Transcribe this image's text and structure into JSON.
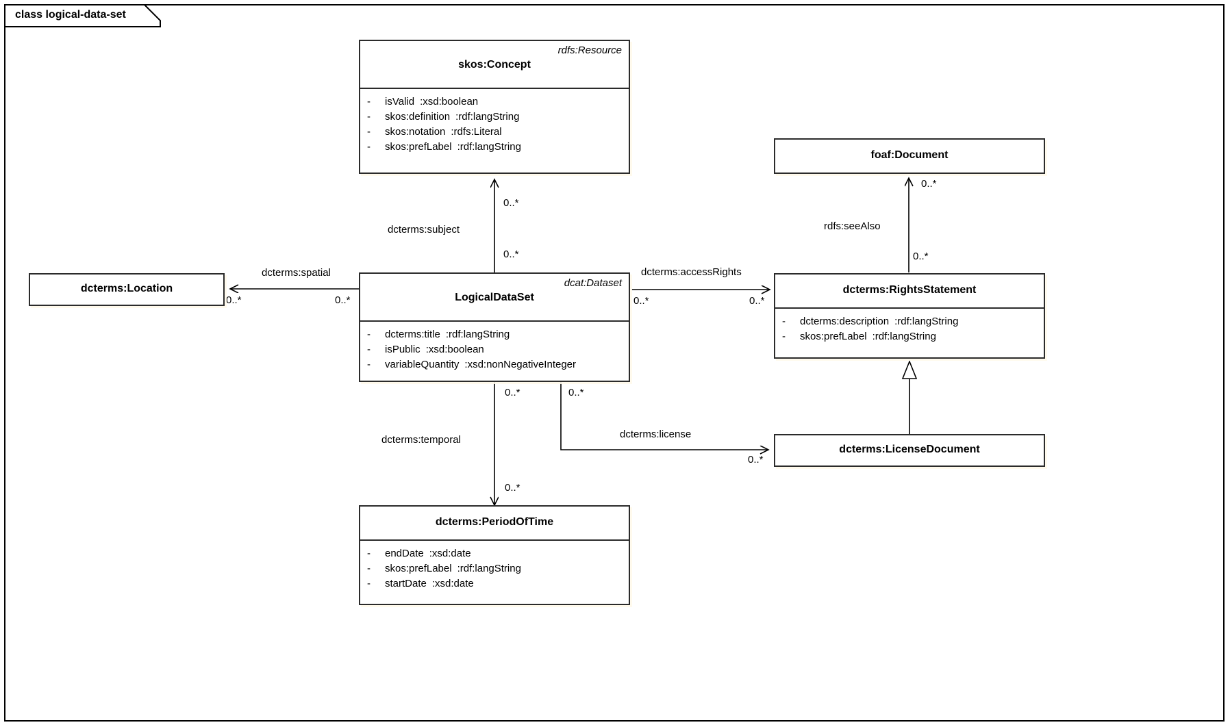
{
  "diagram": {
    "frame_label": "class logical-data-set",
    "type": "uml-class-diagram"
  },
  "classes": [
    {
      "id": "skos-concept",
      "name": "skos:Concept",
      "stereotype": "rdfs:Resource",
      "attributes": [
        {
          "visibility": "-",
          "name": "isValid",
          "type": ":xsd:boolean"
        },
        {
          "visibility": "-",
          "name": "skos:definition",
          "type": ":rdf:langString"
        },
        {
          "visibility": "-",
          "name": "skos:notation",
          "type": ":rdfs:Literal"
        },
        {
          "visibility": "-",
          "name": "skos:prefLabel",
          "type": ":rdf:langString"
        }
      ]
    },
    {
      "id": "foaf-document",
      "name": "foaf:Document",
      "stereotype": "",
      "attributes": []
    },
    {
      "id": "dcterms-location",
      "name": "dcterms:Location",
      "stereotype": "",
      "attributes": []
    },
    {
      "id": "logical-data-set",
      "name": "LogicalDataSet",
      "stereotype": "dcat:Dataset",
      "attributes": [
        {
          "visibility": "-",
          "name": "dcterms:title",
          "type": ":rdf:langString"
        },
        {
          "visibility": "-",
          "name": "isPublic",
          "type": ":xsd:boolean"
        },
        {
          "visibility": "-",
          "name": "variableQuantity",
          "type": ":xsd:nonNegativeInteger"
        }
      ]
    },
    {
      "id": "dcterms-rightsstatement",
      "name": "dcterms:RightsStatement",
      "stereotype": "",
      "attributes": [
        {
          "visibility": "-",
          "name": "dcterms:description",
          "type": ":rdf:langString"
        },
        {
          "visibility": "-",
          "name": "skos:prefLabel",
          "type": ":rdf:langString"
        }
      ]
    },
    {
      "id": "dcterms-licensedocument",
      "name": "dcterms:LicenseDocument",
      "stereotype": "",
      "attributes": []
    },
    {
      "id": "dcterms-periodoftime",
      "name": "dcterms:PeriodOfTime",
      "stereotype": "",
      "attributes": [
        {
          "visibility": "-",
          "name": "endDate",
          "type": ":xsd:date"
        },
        {
          "visibility": "-",
          "name": "skos:prefLabel",
          "type": ":rdf:langString"
        },
        {
          "visibility": "-",
          "name": "startDate",
          "type": ":xsd:date"
        }
      ]
    }
  ],
  "relationships": [
    {
      "id": "subject",
      "label": "dcterms:subject",
      "from": "logical-data-set",
      "to": "skos-concept",
      "kind": "association",
      "source_multiplicity": "0..*",
      "target_multiplicity": "0..*"
    },
    {
      "id": "spatial",
      "label": "dcterms:spatial",
      "from": "logical-data-set",
      "to": "dcterms-location",
      "kind": "association",
      "source_multiplicity": "0..*",
      "target_multiplicity": "0..*"
    },
    {
      "id": "accessrights",
      "label": "dcterms:accessRights",
      "from": "logical-data-set",
      "to": "dcterms-rightsstatement",
      "kind": "association",
      "source_multiplicity": "0..*",
      "target_multiplicity": "0..*"
    },
    {
      "id": "seealso",
      "label": "rdfs:seeAlso",
      "from": "dcterms-rightsstatement",
      "to": "foaf-document",
      "kind": "association",
      "source_multiplicity": "0..*",
      "target_multiplicity": "0..*"
    },
    {
      "id": "license",
      "label": "dcterms:license",
      "from": "logical-data-set",
      "to": "dcterms-licensedocument",
      "kind": "association",
      "source_multiplicity": "0..*",
      "target_multiplicity": "0..*"
    },
    {
      "id": "temporal",
      "label": "dcterms:temporal",
      "from": "logical-data-set",
      "to": "dcterms-periodoftime",
      "kind": "association",
      "source_multiplicity": "0..*",
      "target_multiplicity": "0..*"
    },
    {
      "id": "license-generalization",
      "label": "",
      "from": "dcterms-licensedocument",
      "to": "dcterms-rightsstatement",
      "kind": "generalization",
      "source_multiplicity": "",
      "target_multiplicity": ""
    }
  ],
  "colors": {
    "line": "#2b2b2b",
    "text": "#000000",
    "background": "#ffffff",
    "shadow": "#fffaeb"
  }
}
